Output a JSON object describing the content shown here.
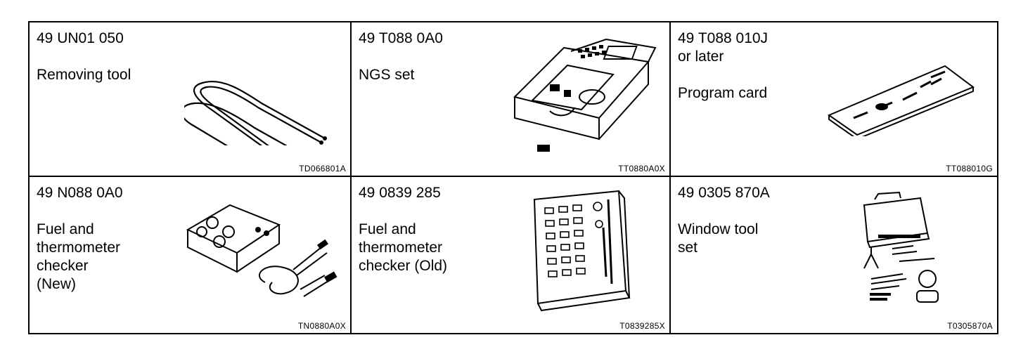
{
  "tools": [
    {
      "part_number": "49 UN01 050",
      "name": "Removing tool",
      "figure_code": "TD066801A"
    },
    {
      "part_number": "49 T088 0A0",
      "name": "NGS set",
      "figure_code": "TT0880A0X"
    },
    {
      "part_number": "49 T088 010J\nor later",
      "name": "Program card",
      "figure_code": "TT088010G"
    },
    {
      "part_number": "49 N088 0A0",
      "name": "Fuel and\nthermometer\nchecker\n(New)",
      "figure_code": "TN0880A0X"
    },
    {
      "part_number": "49 0839 285",
      "name": "Fuel and\nthermometer\nchecker (Old)",
      "figure_code": "T0839285X"
    },
    {
      "part_number": "49 0305 870A",
      "name": "Window tool\nset",
      "figure_code": "T0305870A"
    }
  ]
}
